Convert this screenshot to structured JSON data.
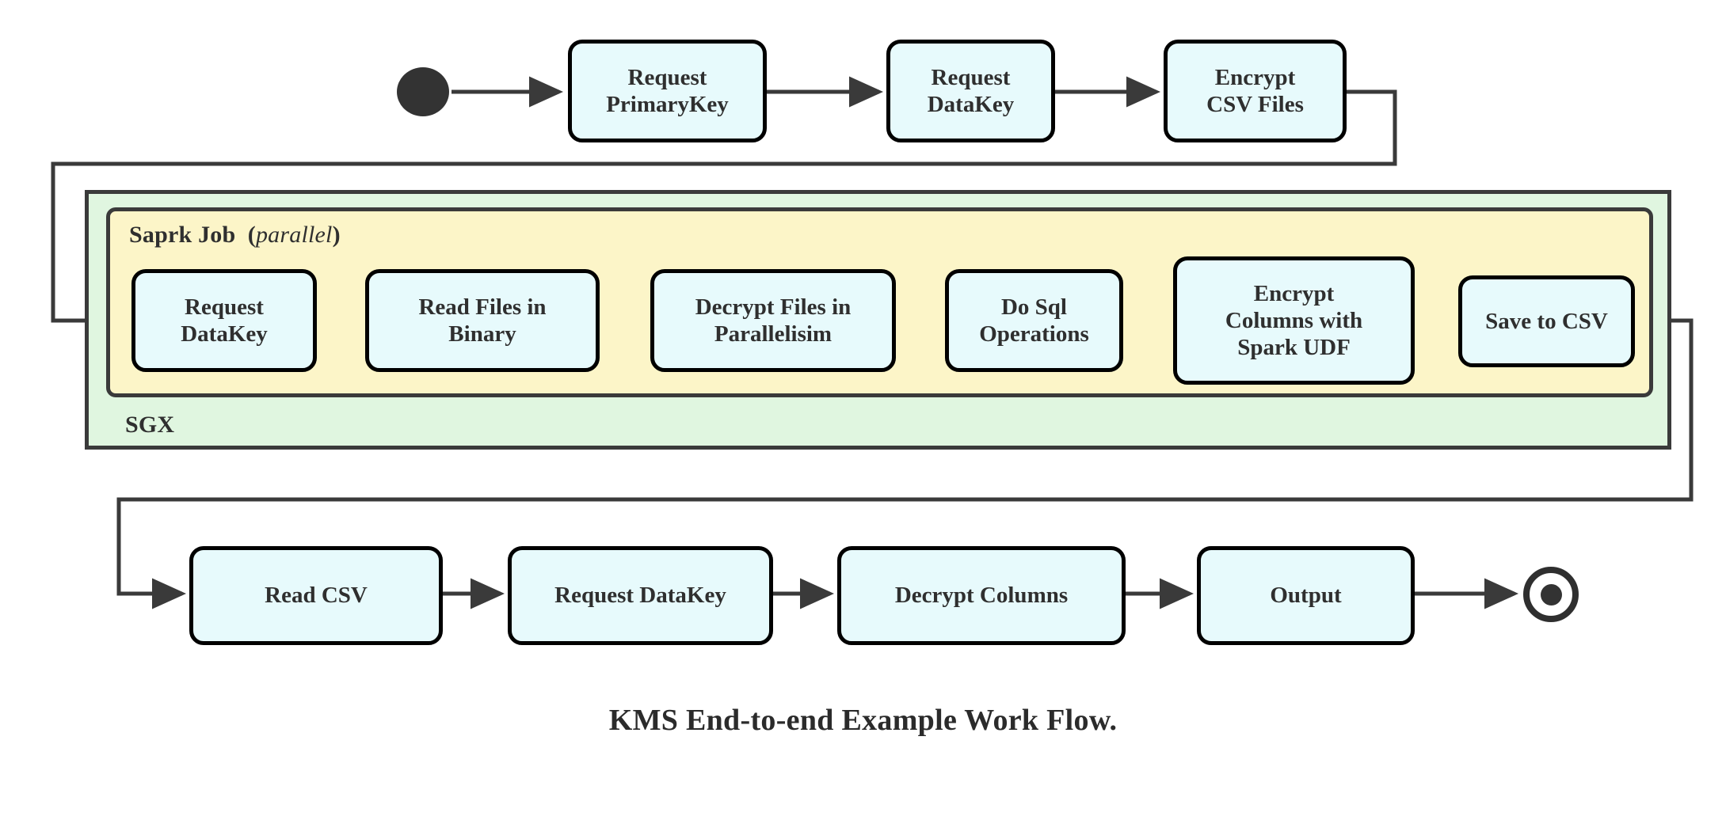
{
  "diagram": {
    "caption": "KMS End-to-end Example Work Flow.",
    "colors": {
      "node_fill": "#e7fafc",
      "node_stroke": "#000000",
      "sgx_fill": "#e0f6e0",
      "spark_fill": "#fcf5c8",
      "container_stroke": "#3a3a3a",
      "wire": "#3a3a3a",
      "text": "#2f2f2f"
    },
    "containers": {
      "sgx": {
        "label": "SGX"
      },
      "spark": {
        "label_bold": "Saprk Job",
        "label_italic": "parallel",
        "paren_open": "(",
        "paren_close": ")"
      }
    },
    "terminals": {
      "start": "start-node",
      "end": "end-node"
    },
    "rows": {
      "top": [
        {
          "id": "request-primarykey",
          "label": "Request\nPrimaryKey"
        },
        {
          "id": "request-datakey-top",
          "label": "Request\nDataKey"
        },
        {
          "id": "encrypt-csv-files",
          "label": "Encrypt\nCSV Files"
        }
      ],
      "middle": [
        {
          "id": "request-datakey-spark",
          "label": "Request\nDataKey"
        },
        {
          "id": "read-files-in-binary",
          "label": "Read Files in\nBinary"
        },
        {
          "id": "decrypt-files-in-parallelisim",
          "label": "Decrypt Files in\nParallelisim"
        },
        {
          "id": "do-sql-operations",
          "label": "Do Sql\nOperations"
        },
        {
          "id": "encrypt-columns-with-spark-udf",
          "label": "Encrypt\nColumns with\nSpark UDF"
        },
        {
          "id": "save-to-csv",
          "label": "Save to CSV"
        }
      ],
      "bottom": [
        {
          "id": "read-csv",
          "label": "Read CSV"
        },
        {
          "id": "request-datakey-bottom",
          "label": "Request DataKey"
        },
        {
          "id": "decrypt-columns",
          "label": "Decrypt Columns"
        },
        {
          "id": "output",
          "label": "Output"
        }
      ]
    }
  }
}
